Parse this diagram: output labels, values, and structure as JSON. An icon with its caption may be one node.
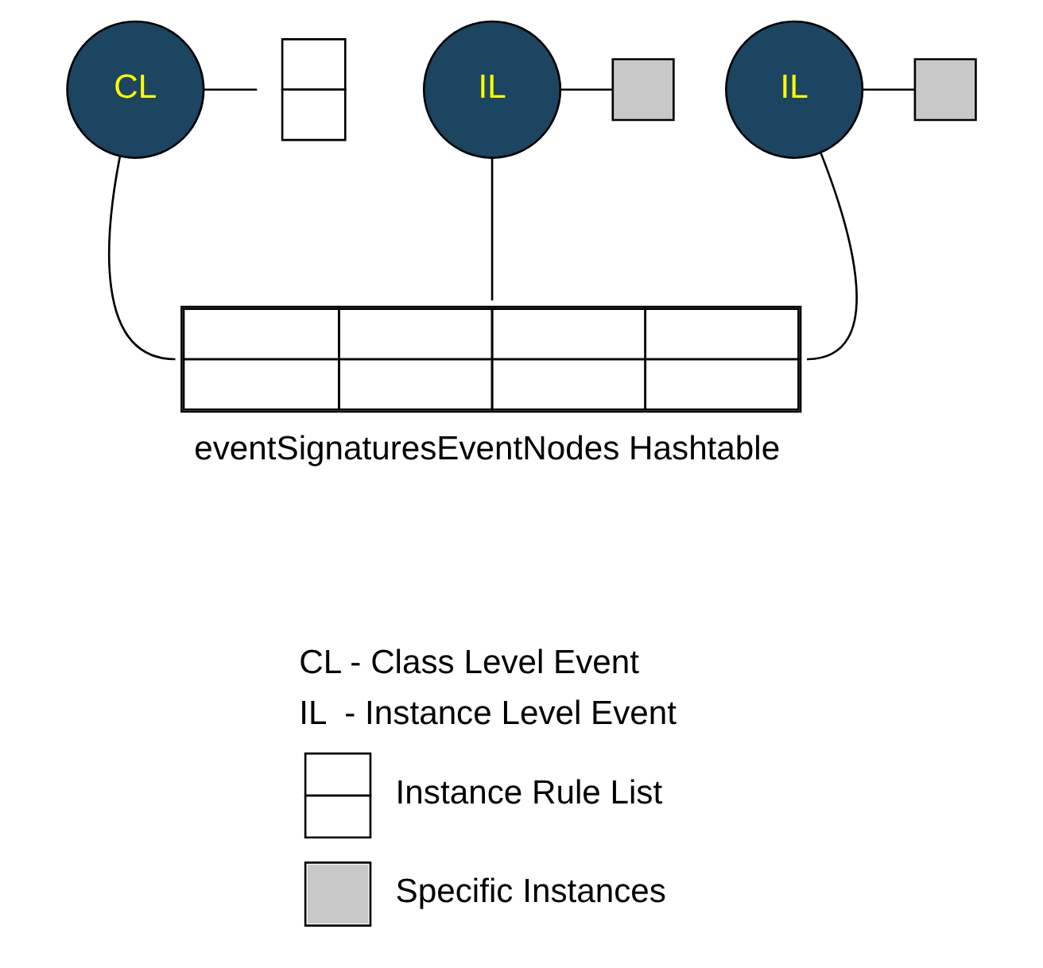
{
  "diagram": {
    "nodes": [
      {
        "text": [
          "CL"
        ]
      },
      {
        "text": [],
        "shape": "box"
      },
      {
        "text": [
          "IL"
        ]
      },
      {
        "text": [],
        "shape": "box"
      },
      {
        "text": [
          "IL"
        ]
      },
      {
        "text": [],
        "shape": "box"
      },
      {
        "text": [
          "eventSignaturesEventNodes Hashtable"
        ]
      }
    ],
    "edges": [
      {
        "from": 0,
        "to": 1,
        "arrow": "none"
      },
      {
        "from": 2,
        "to": 3,
        "arrow": "none"
      },
      {
        "from": 4,
        "to": 5,
        "arrow": "none"
      },
      {
        "from": 0,
        "to": 6,
        "arrow": "none"
      },
      {
        "from": 2,
        "to": 6,
        "arrow": "none"
      },
      {
        "from": 4,
        "to": 6,
        "arrow": "none"
      }
    ],
    "labels": [
      "CL - Class Level Event",
      "IL  - Instance Level Event"
    ],
    "legend": [
      {
        "text": "Instance Rule List"
      },
      {
        "text": "Specific Instances",
        "color": "#c8c8c8"
      }
    ]
  }
}
